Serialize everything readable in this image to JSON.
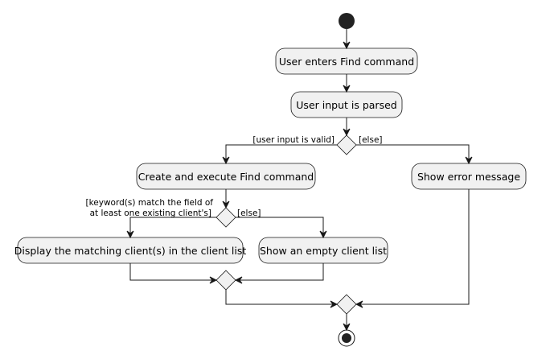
{
  "colors": {
    "node_fill": "#f1f1f1",
    "stroke": "#181818",
    "start_fill": "#222222"
  },
  "nodes": {
    "enter_find": "User enters Find command",
    "input_parsed": "User input is parsed",
    "create_execute": "Create and execute Find command",
    "show_error": "Show error message",
    "display_matching": "Display the matching client(s) in the client list",
    "show_empty": "Show an empty client list"
  },
  "guards": {
    "input_valid": "[user input is valid]",
    "input_else": "[else]",
    "keyword_match_line1": "[keyword(s) match the field of",
    "keyword_match_line2": "at least one existing client's]",
    "keyword_else": "[else]"
  },
  "icons": {
    "start": "initial-node-icon",
    "end": "final-node-icon"
  }
}
